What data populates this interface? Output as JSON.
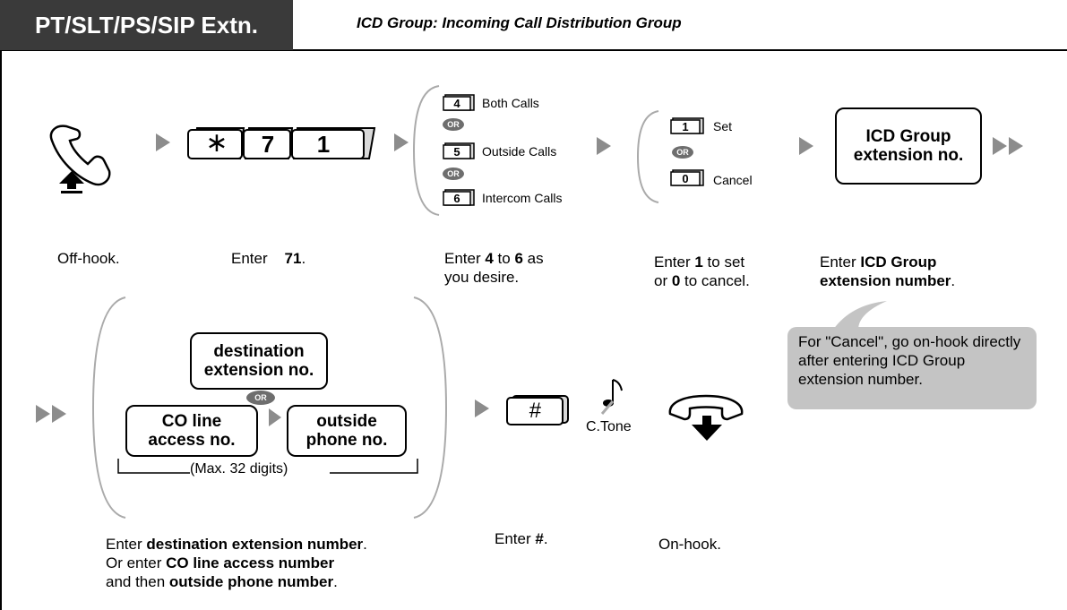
{
  "header": {
    "tag": "PT/SLT/PS/SIP Extn.",
    "title": "ICD Group: Incoming Call Distribution Group"
  },
  "steps": {
    "offhook": {
      "caption": "Off-hook."
    },
    "enter71": {
      "keys": [
        "∗",
        "7",
        "1"
      ],
      "caption_a": "Enter",
      "caption_b": "71",
      "caption_c": "."
    },
    "select": {
      "options": [
        {
          "key": "4",
          "label": "Both Calls"
        },
        {
          "key": "5",
          "label": "Outside Calls"
        },
        {
          "key": "6",
          "label": "Intercom Calls"
        }
      ],
      "or": "OR",
      "caption_line1_a": "Enter ",
      "caption_line1_b": "4",
      "caption_line1_c": " to ",
      "caption_line1_d": "6",
      "caption_line1_e": " as",
      "caption_line2": "you desire."
    },
    "setcancel": {
      "options": [
        {
          "key": "1",
          "label": "Set"
        },
        {
          "key": "0",
          "label": "Cancel"
        }
      ],
      "or": "OR",
      "caption_line1_a": "Enter ",
      "caption_line1_b": "1",
      "caption_line1_c": " to set",
      "caption_line2_a": "or ",
      "caption_line2_b": "0",
      "caption_line2_c": " to cancel."
    },
    "icd": {
      "box_line1": "ICD Group",
      "box_line2": "extension no.",
      "caption_line1_a": "Enter ",
      "caption_line1_b": "ICD Group",
      "caption_line2_b": "extension number",
      "caption_line2_c": "."
    },
    "note": "For \"Cancel\", go on-hook directly after entering ICD Group extension number.",
    "destination": {
      "dest_line1": "destination",
      "dest_line2": "extension no.",
      "or": "OR",
      "co_line1": "CO line",
      "co_line2": "access no.",
      "out_line1": "outside",
      "out_line2": "phone no.",
      "max": "(Max. 32 digits)",
      "caption_line1_a": "Enter ",
      "caption_line1_b": "destination extension number",
      "caption_line1_c": ".",
      "caption_line2_a": "Or enter ",
      "caption_line2_b": "CO line access number",
      "caption_line3_a": "and then ",
      "caption_line3_b": "outside phone number",
      "caption_line3_c": "."
    },
    "hash": {
      "key": "#",
      "caption_a": "Enter ",
      "caption_b": "#",
      "caption_c": "."
    },
    "tone": {
      "label": "C.Tone"
    },
    "onhook": {
      "caption": "On-hook."
    }
  },
  "colors": {
    "header_bg": "#3a3a3a",
    "bubble_bg": "#c4c4c4",
    "arrow": "#8c8c8c",
    "or_badge": "#6e6e6e",
    "key_face": "#d9d9d9"
  }
}
